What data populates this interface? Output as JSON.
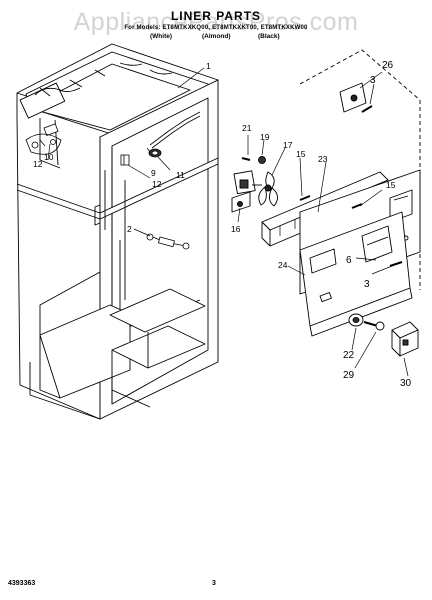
{
  "title": "LINER PARTS",
  "watermark": "AppliancePartsPros.com",
  "models_line": "For Models: ET8MTKXKQ00, ET8MTKXKT00, ET8MTKXKW00",
  "variants": {
    "white": "(White)",
    "almond": "(Almond)",
    "black": "(Black)"
  },
  "callouts": {
    "c1": "1",
    "c2": "2",
    "c3a": "3",
    "c3b": "3",
    "c6": "6",
    "c9": "9",
    "c10": "10",
    "c11": "11",
    "c12a": "12",
    "c12b": "12",
    "c15a": "15",
    "c15b": "15",
    "c16": "16",
    "c17": "17",
    "c19": "19",
    "c21": "21",
    "c22": "22",
    "c23": "23",
    "c24": "24",
    "c26": "26",
    "c29": "29",
    "c30": "30"
  },
  "footer": {
    "doc_number": "4393363",
    "page": "3"
  }
}
